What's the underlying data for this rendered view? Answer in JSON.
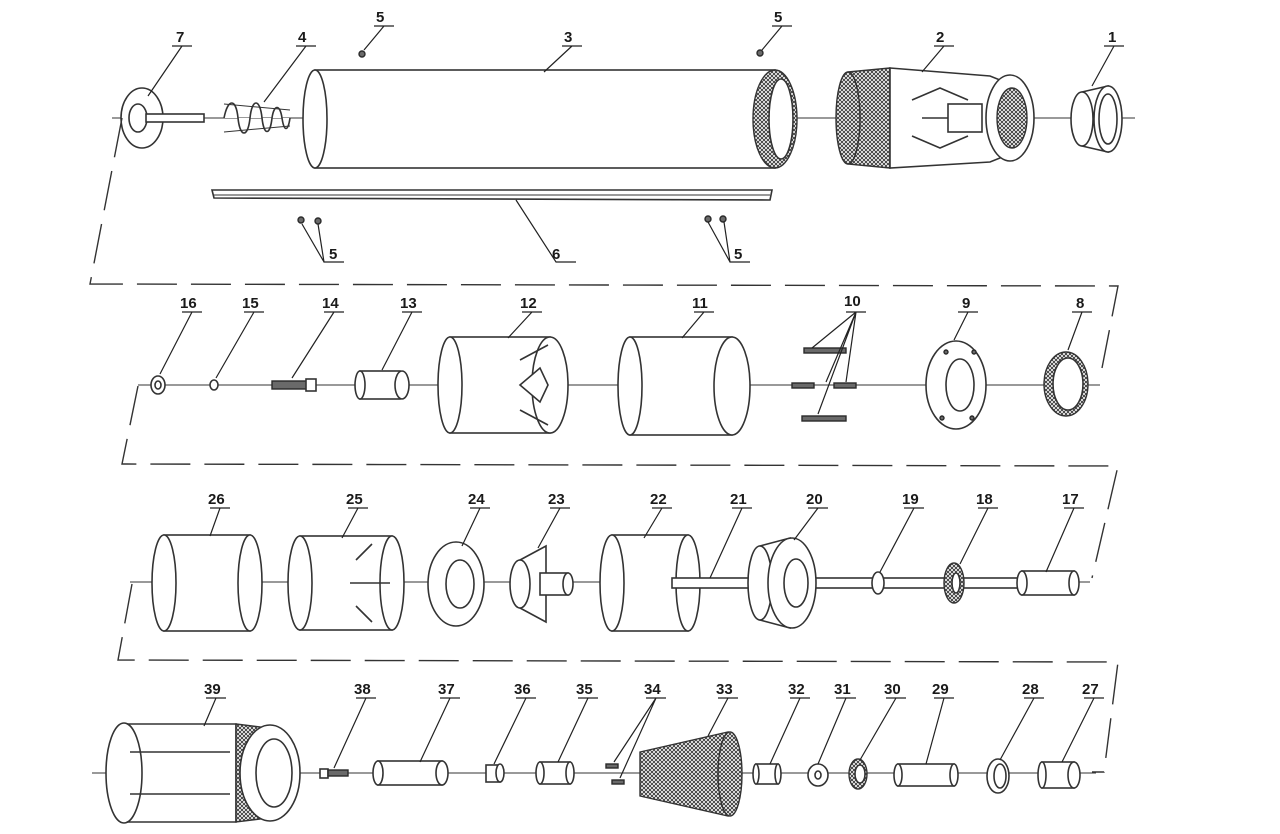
{
  "diagram": {
    "type": "exploded-parts-drawing",
    "colors": {
      "line": "#333333",
      "background": "#ffffff"
    },
    "callouts": [
      {
        "id": "c7",
        "label": "7"
      },
      {
        "id": "c4",
        "label": "4"
      },
      {
        "id": "c5a",
        "label": "5"
      },
      {
        "id": "c3",
        "label": "3"
      },
      {
        "id": "c5b",
        "label": "5"
      },
      {
        "id": "c2",
        "label": "2"
      },
      {
        "id": "c1",
        "label": "1"
      },
      {
        "id": "c5c",
        "label": "5"
      },
      {
        "id": "c6",
        "label": "6"
      },
      {
        "id": "c5d",
        "label": "5"
      },
      {
        "id": "c16",
        "label": "16"
      },
      {
        "id": "c15",
        "label": "15"
      },
      {
        "id": "c14",
        "label": "14"
      },
      {
        "id": "c13",
        "label": "13"
      },
      {
        "id": "c12",
        "label": "12"
      },
      {
        "id": "c11",
        "label": "11"
      },
      {
        "id": "c10",
        "label": "10"
      },
      {
        "id": "c9",
        "label": "9"
      },
      {
        "id": "c8",
        "label": "8"
      },
      {
        "id": "c26",
        "label": "26"
      },
      {
        "id": "c25",
        "label": "25"
      },
      {
        "id": "c24",
        "label": "24"
      },
      {
        "id": "c23",
        "label": "23"
      },
      {
        "id": "c22",
        "label": "22"
      },
      {
        "id": "c21",
        "label": "21"
      },
      {
        "id": "c20",
        "label": "20"
      },
      {
        "id": "c19",
        "label": "19"
      },
      {
        "id": "c18",
        "label": "18"
      },
      {
        "id": "c17",
        "label": "17"
      },
      {
        "id": "c39",
        "label": "39"
      },
      {
        "id": "c38",
        "label": "38"
      },
      {
        "id": "c37",
        "label": "37"
      },
      {
        "id": "c36",
        "label": "36"
      },
      {
        "id": "c35",
        "label": "35"
      },
      {
        "id": "c34",
        "label": "34"
      },
      {
        "id": "c33",
        "label": "33"
      },
      {
        "id": "c32",
        "label": "32"
      },
      {
        "id": "c31",
        "label": "31"
      },
      {
        "id": "c30",
        "label": "30"
      },
      {
        "id": "c29",
        "label": "29"
      },
      {
        "id": "c28",
        "label": "28"
      },
      {
        "id": "c27",
        "label": "27"
      }
    ]
  }
}
